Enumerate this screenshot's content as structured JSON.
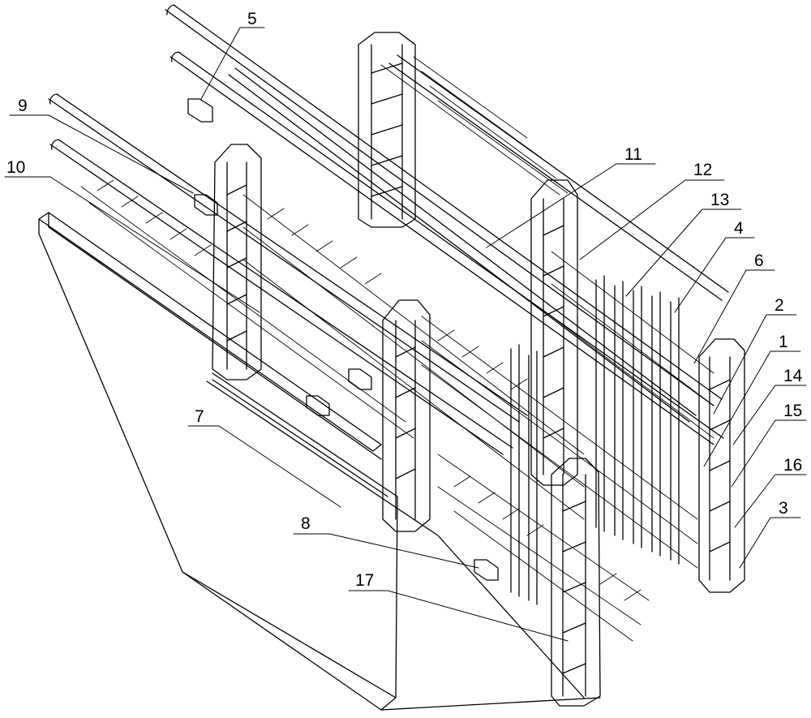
{
  "figure": {
    "line_color": "#000000",
    "background": "#ffffff",
    "labels": [
      {
        "id": "label-5",
        "text": "5"
      },
      {
        "id": "label-9",
        "text": "9"
      },
      {
        "id": "label-10",
        "text": "10"
      },
      {
        "id": "label-11",
        "text": "11"
      },
      {
        "id": "label-12",
        "text": "12"
      },
      {
        "id": "label-13",
        "text": "13"
      },
      {
        "id": "label-4",
        "text": "4"
      },
      {
        "id": "label-6",
        "text": "6"
      },
      {
        "id": "label-2",
        "text": "2"
      },
      {
        "id": "label-1",
        "text": "1"
      },
      {
        "id": "label-14",
        "text": "14"
      },
      {
        "id": "label-15",
        "text": "15"
      },
      {
        "id": "label-16",
        "text": "16"
      },
      {
        "id": "label-3",
        "text": "3"
      },
      {
        "id": "label-7",
        "text": "7"
      },
      {
        "id": "label-8",
        "text": "8"
      },
      {
        "id": "label-17",
        "text": "17"
      }
    ]
  }
}
